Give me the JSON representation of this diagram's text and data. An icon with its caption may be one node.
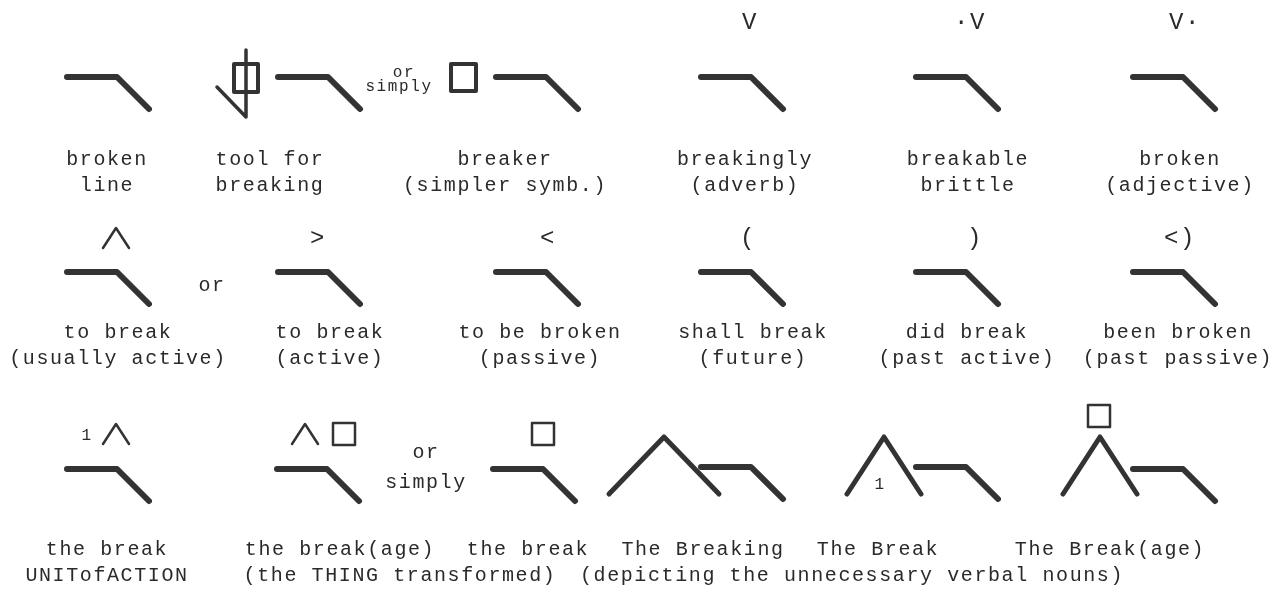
{
  "diagram": {
    "labels": [
      "V",
      "·V",
      "V·",
      "or",
      "simply",
      "broken line",
      "tool for breaking",
      "breaker (simpler symb.)",
      "breakingly (adverb)",
      "breakable brittle",
      "broken (adjective)",
      ">",
      "<",
      "(",
      ")",
      "<)",
      "or",
      "to break (usually active)",
      "to break (active)",
      "to be broken (passive)",
      "shall break (future)",
      "did break (past active)",
      "been broken (past passive)",
      "1",
      "or",
      "simply",
      "1",
      "the break UNITofACTION",
      "the break(age)",
      "the break",
      "The Breaking",
      "The Break",
      "The Break(age)",
      "(the THING transformed)",
      "(depicting the unnecessary verbal nouns)"
    ]
  }
}
